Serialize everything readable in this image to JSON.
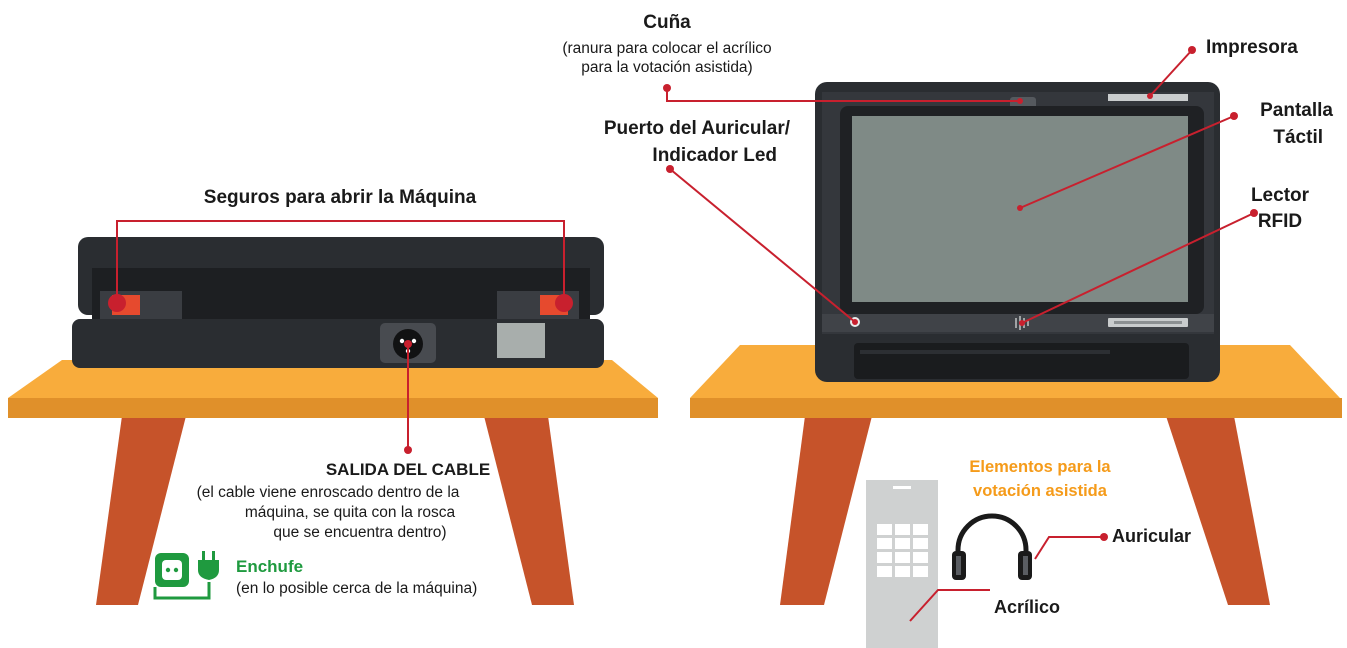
{
  "colors": {
    "table_top": "#f8ac3c",
    "table_edge": "#e0902a",
    "table_legs": "#c6532a",
    "machine_dark": "#2a2d31",
    "screen": "#7f8a86",
    "callout_red": "#c8202e",
    "lock_red": "#e64a2e",
    "green_icon": "#1f9a3f",
    "acrylic_gray": "#cfd1d1",
    "orange_title": "#f59b1a"
  },
  "labels": {
    "cuna_title": "Cuña",
    "cuna_desc_1": "(ranura para colocar el acrílico",
    "cuna_desc_2": "para la votación asistida)",
    "impresora": "Impresora",
    "pantalla_1": "Pantalla",
    "pantalla_2": "Táctil",
    "puerto_1": "Puerto del Auricular/",
    "puerto_2": "Indicador Led",
    "lector_1": "Lector",
    "lector_2": "RFID",
    "seguros": "Seguros para abrir la Máquina",
    "salida_title": "SALIDA DEL CABLE",
    "salida_1": "(el cable viene enroscado dentro de la",
    "salida_2": "máquina, se quita con la rosca",
    "salida_3": "que se encuentra dentro)",
    "enchufe_title": "Enchufe",
    "enchufe_desc": "(en lo posible cerca de la máquina)",
    "elementos_1": "Elementos para la",
    "elementos_2": "votación asistida",
    "auricular": "Auricular",
    "acrilico": "Acrílico"
  },
  "icons": {
    "enchufe": [
      "outlet-icon",
      "plug-icon"
    ],
    "auricular": "headphones-icon"
  }
}
